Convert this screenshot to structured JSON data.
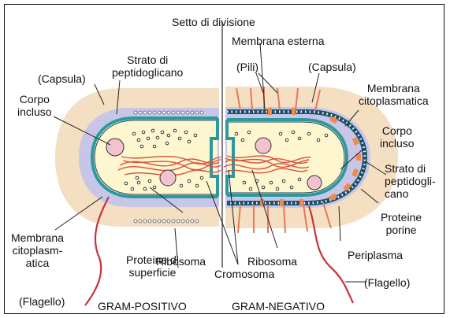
{
  "labels": {
    "septum": "Setto di divisione",
    "outer_membrane": "Membrana esterna",
    "pili": "(Pili)",
    "capsule_right": "(Capsula)",
    "capsule_left": "(Capsula)",
    "peptidoglycan_left": "Strato di\npeptidoglicano",
    "inclusion_left": "Corpo\nincluso",
    "membrane_right": "Membrana\ncitoplasmatica",
    "inclusion_right": "Corpo\nincluso",
    "peptidoglycan_right": "Strato di\npeptidogli-\ncano",
    "porins": "Proteine\nporine",
    "membrane_left": "Membrana\ncitoplasm-\natica",
    "surface_proteins": "Proteine di\nsuperficie",
    "ribosome_left": "Ribosoma",
    "ribosome_right": "Ribosoma",
    "chromosome": "Cromosoma",
    "periplasm": "Periplasma",
    "flagellum_left": "(Flagello)",
    "flagellum_right": "(Flagello)",
    "gram_positive": "GRAM-POSITIVO",
    "gram_negative": "GRAM-NEGATIVO"
  },
  "colors": {
    "capsule": "#f4dfc2",
    "peptidoglycan": "#c8c6e8",
    "membrane": "#2a9aa0",
    "cytoplasm": "#fdf6cf",
    "chromosome": "#d9503a",
    "flagellum": "#c8333a",
    "pili": "#e8785a",
    "porins": "#f08a4a",
    "inclusion": "#f2c3cf"
  }
}
